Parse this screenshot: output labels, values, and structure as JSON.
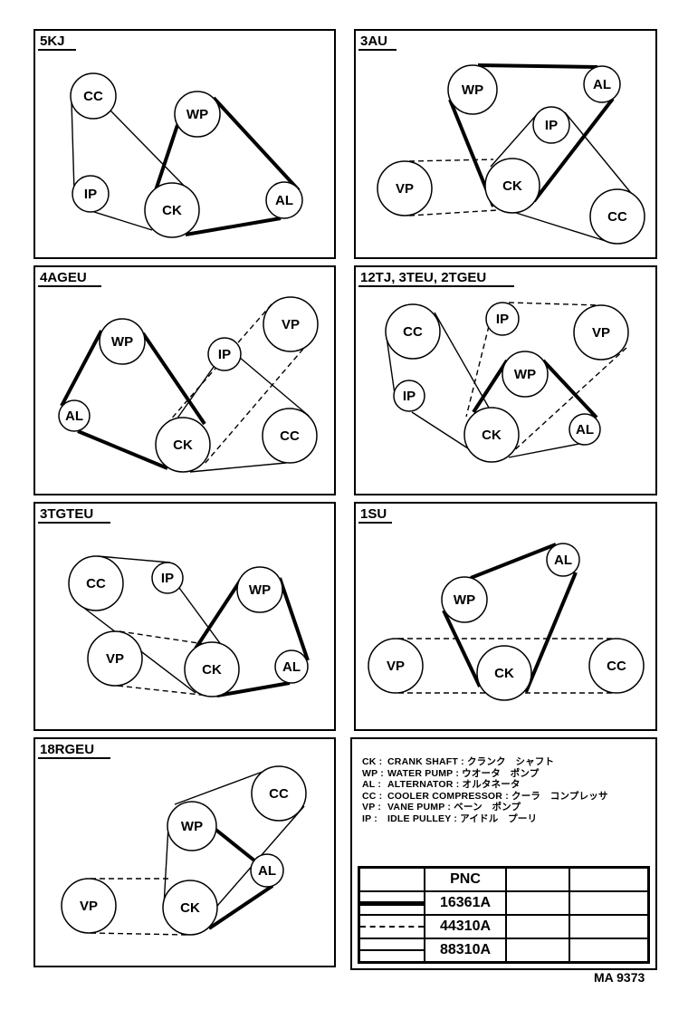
{
  "panels": [
    {
      "title": "5KJ",
      "pulleys": [
        "CC",
        "WP",
        "IP",
        "CK",
        "AL"
      ]
    },
    {
      "title": "3AU",
      "pulleys": [
        "WP",
        "AL",
        "IP",
        "VP",
        "CK",
        "CC"
      ]
    },
    {
      "title": "4AGEU",
      "pulleys": [
        "WP",
        "IP",
        "VP",
        "AL",
        "CK",
        "CC"
      ]
    },
    {
      "title": "12TJ, 3TEU, 2TGEU",
      "pulleys": [
        "CC",
        "IP",
        "VP",
        "WP",
        "IP",
        "CK",
        "AL"
      ]
    },
    {
      "title": "3TGTEU",
      "pulleys": [
        "CC",
        "IP",
        "WP",
        "VP",
        "CK",
        "AL"
      ]
    },
    {
      "title": "1SU",
      "pulleys": [
        "AL",
        "WP",
        "VP",
        "CK",
        "CC"
      ]
    },
    {
      "title": "18RGEU",
      "pulleys": [
        "CC",
        "WP",
        "AL",
        "VP",
        "CK"
      ]
    }
  ],
  "legend": {
    "items": [
      {
        "code": "CK :",
        "text": "CRANK SHAFT : クランク　シャフト"
      },
      {
        "code": "WP :",
        "text": "WATER PUMP : ウオータ　ポンプ"
      },
      {
        "code": "AL :",
        "text": "ALTERNATOR : オルタネータ"
      },
      {
        "code": "CC :",
        "text": "COOLER COMPRESSOR : クーラ　コンプレッサ"
      },
      {
        "code": "VP :",
        "text": "VANE PUMP : ベーン　ポンプ"
      },
      {
        "code": "IP :",
        "text": "IDLE PULLEY : アイドル　プーリ"
      }
    ]
  },
  "pnc_table": {
    "header": "PNC",
    "rows": [
      {
        "line_style": "thick",
        "pnc": "16361A"
      },
      {
        "line_style": "dashed",
        "pnc": "44310A"
      },
      {
        "line_style": "thin",
        "pnc": "88310A"
      }
    ]
  },
  "footer": "MA  9373"
}
